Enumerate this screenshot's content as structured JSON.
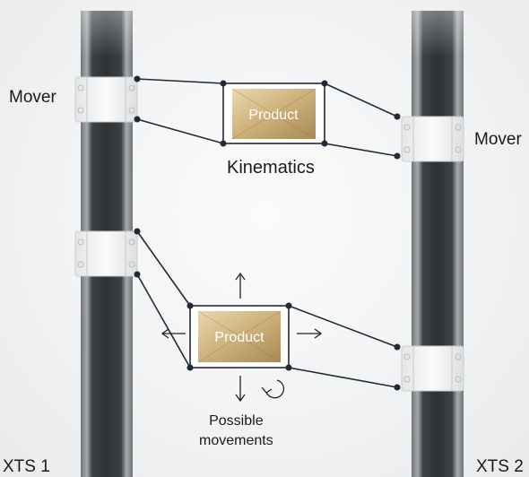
{
  "labels": {
    "mover_left": "Mover",
    "mover_right": "Mover",
    "kinematics": "Kinematics",
    "product_top": "Product",
    "product_bottom": "Product",
    "possible_movements_line1": "Possible",
    "possible_movements_line2": "movements",
    "xts1": "XTS 1",
    "xts2": "XTS 2"
  },
  "colors": {
    "rail_dark": "#3b3f42",
    "rail_light": "#9aa0a4",
    "mover_body": "#f2f3f4",
    "link_line": "#1f2a36",
    "product_gold_light": "#e4cfa0",
    "product_gold_dark": "#a98a52"
  },
  "icons": [
    "arrow-up-icon",
    "arrow-down-icon",
    "arrow-left-icon",
    "arrow-right-icon",
    "rotate-icon"
  ]
}
